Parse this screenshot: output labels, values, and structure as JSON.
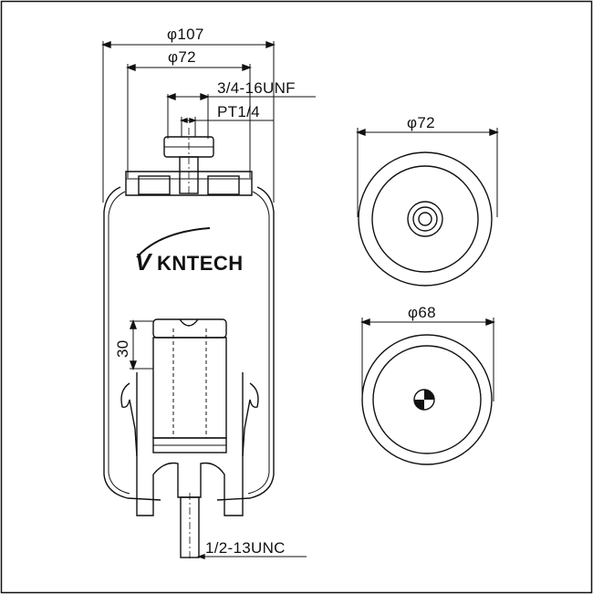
{
  "drawing": {
    "outer_diameter_label": "φ107",
    "inner_diameter_label": "φ72",
    "top_thread_label": "3/4-16UNF",
    "air_port_label": "PT1/4",
    "height_label": "30",
    "bottom_thread_label": "1/2-13UNC",
    "top_view_diameter_label": "φ72",
    "bottom_view_diameter_label": "φ68",
    "logo_text": "KNTECH",
    "logo_mark": "V"
  }
}
